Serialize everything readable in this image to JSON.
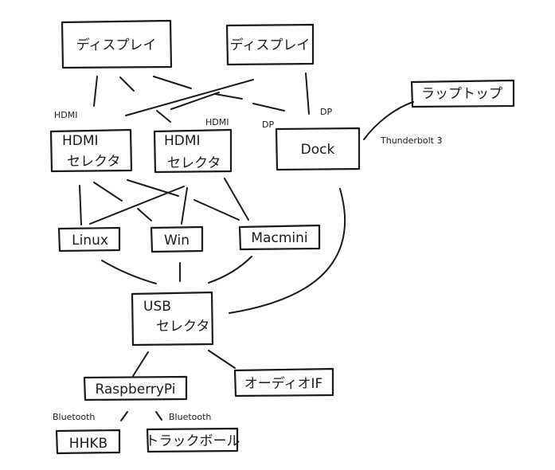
{
  "nodes": {
    "display_1": "ディスプレイ",
    "display_2": "ディスプレイ",
    "laptop": "ラップトップ",
    "hdmi_selector_1": [
      "HDMI",
      "セレクタ"
    ],
    "hdmi_selector_2": [
      "HDMI",
      "セレクタ"
    ],
    "dock": "Dock",
    "linux": "Linux",
    "win": "Win",
    "macmini": "Macmini",
    "usb_selector": [
      "USB",
      "セレクタ"
    ],
    "raspberry_pi": "RaspberryPi",
    "audio_if": "オーディオIF",
    "hhkb": "HHKB",
    "trackball": "トラックボール"
  },
  "edge_labels": {
    "hdmi_1": "HDMI",
    "hdmi_2": "HDMI",
    "dp_1": "DP",
    "dp_2": "DP",
    "thunderbolt": "Thunderbolt 3",
    "bluetooth_1": "Bluetooth",
    "bluetooth_2": "Bluetooth"
  },
  "colors": {
    "ink": "#1a1a1a",
    "background": "#ffffff"
  }
}
